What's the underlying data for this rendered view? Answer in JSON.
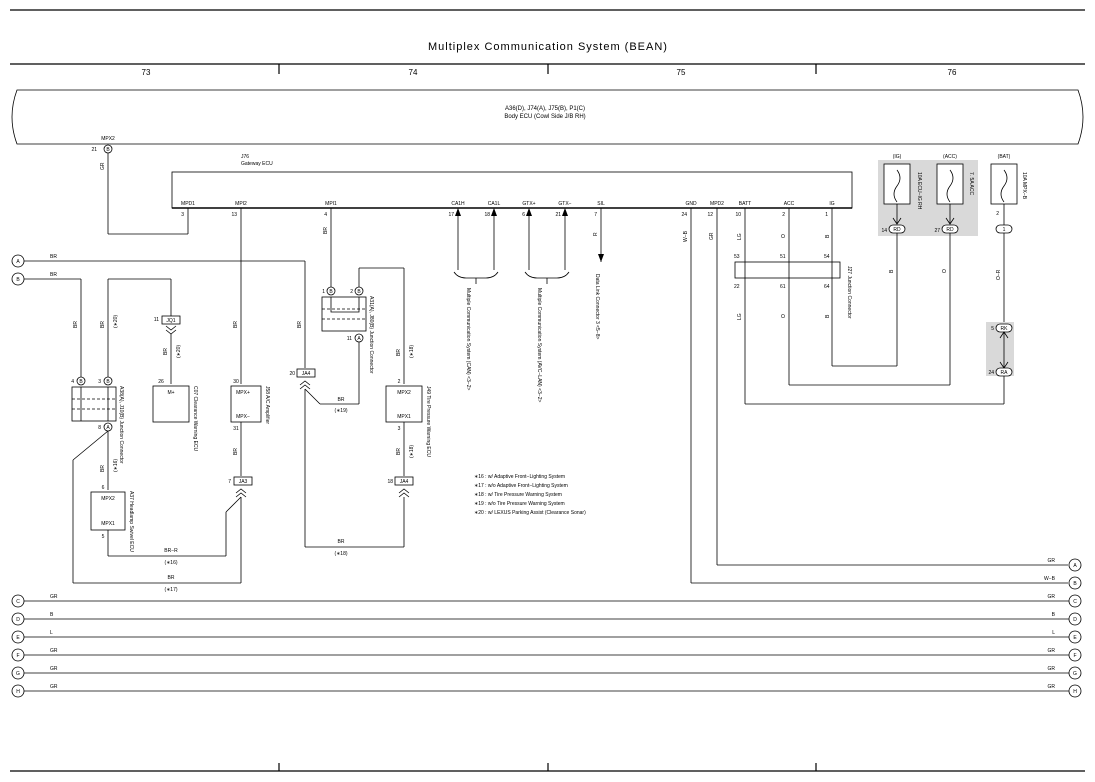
{
  "title": "Multiplex Communication System (BEAN)",
  "columns": [
    "73",
    "74",
    "75",
    "76"
  ],
  "body_ecu": {
    "line1": "A36(D), J74(A), J75(B), P1(C)",
    "line2": "Body ECU (Cowl Side J/B RH)",
    "pin": "21",
    "conn": "B",
    "pin_name": "MPX2",
    "wire": "GR"
  },
  "gateway": {
    "ref": "J76",
    "name": "Gateway ECU",
    "pins": [
      {
        "name": "MPD1",
        "num": "3"
      },
      {
        "name": "MPI2",
        "num": "13"
      },
      {
        "name": "MPI1",
        "num": "4"
      },
      {
        "name": "CA1H",
        "num": "17"
      },
      {
        "name": "CA1L",
        "num": "18"
      },
      {
        "name": "GTX+",
        "num": "6"
      },
      {
        "name": "GTX−",
        "num": "21"
      },
      {
        "name": "SIL",
        "num": "7"
      },
      {
        "name": "GND",
        "num": "24"
      },
      {
        "name": "MPD2",
        "num": "12"
      },
      {
        "name": "BATT",
        "num": "10"
      },
      {
        "name": "ACC",
        "num": "2"
      },
      {
        "name": "IG",
        "num": "1"
      }
    ]
  },
  "fuses": [
    {
      "top": "(IG)",
      "label": "10A ECU−IG RH",
      "pin": "14",
      "conn": "RD"
    },
    {
      "top": "(ACC)",
      "label": "7. 5A ACC",
      "pin": "27",
      "conn": "RD"
    },
    {
      "top": "(BAT)",
      "label": "10A MPX−B",
      "pin": "1",
      "conn": "",
      "pin_top": "2"
    }
  ],
  "components": {
    "a38": {
      "label": "A38(A), J10(B) Junction Connector",
      "p1": "4",
      "c1": "B",
      "p2": "3",
      "c2": "B",
      "p3": "8",
      "c3": "A"
    },
    "a31": {
      "label": "A31(A), J80(B) Junction Connector",
      "p1": "1",
      "c1": "B",
      "p2": "2",
      "c2": "B",
      "p3": "11",
      "c3": "A"
    },
    "jq1": {
      "pin": "11",
      "name": "JQ1"
    },
    "c07": {
      "pin": "26",
      "port": "M+",
      "label": "C07 Clearance Warning ECU"
    },
    "j58": {
      "pin_top": "30",
      "port_top": "MPX+",
      "port_bot": "MPX−",
      "pin_bot": "31",
      "label": "J58 A/C Amplifier"
    },
    "j49": {
      "pin_top": "2",
      "port_top": "MPX2",
      "port_bot": "MPX1",
      "pin_bot": "3",
      "label": "J49 Tire Pressure Warning ECU"
    },
    "a37": {
      "pin_top": "6",
      "port_top": "MPX2",
      "port_bot": "MPX1",
      "pin_bot": "5",
      "label": "A37 Headlamp Swivel ECU"
    },
    "ja3": {
      "pin": "7",
      "name": "JA3"
    },
    "ja4a": {
      "pin": "20",
      "name": "JA4"
    },
    "ja4b": {
      "pin": "18",
      "name": "JA4"
    },
    "j27": {
      "label": "J27 Junction Connector",
      "pins": [
        "53",
        "51",
        "54",
        "22",
        "61",
        "64"
      ]
    },
    "rk": {
      "pin": "5",
      "name": "RK"
    },
    "ra": {
      "pin": "24",
      "name": "RA"
    }
  },
  "refs": {
    "can": "Multiple Communication System (CAN) <3−2>",
    "avc": "Multiple Communication System (AVC−LAN) <3−2>",
    "dlc": "Data Link Connector 3 <5−8>"
  },
  "wire_labels": {
    "br": "BR",
    "gr": "GR",
    "wb": "W−B",
    "lg": "LG",
    "o": "O",
    "b": "B",
    "r": "R",
    "l": "L",
    "or": "O−R",
    "brr": "BR−R"
  },
  "conditions": {
    "c16": "(∗16)",
    "c17": "(∗17)",
    "c18": "(∗18)",
    "c19": "(∗19)",
    "c20": "(∗20)"
  },
  "notes": [
    "∗16 : w/ Adaptive Front−Lighting System",
    "∗17 : w/o Adaptive Front−Lighting System",
    "∗18 : w/ Tire Pressure Warning System",
    "∗19 : w/o Tire Pressure Warning System",
    "∗20 : w/ LEXUS Parking Assist (Clearance Sonar)"
  ],
  "bottom_lines": [
    {
      "id": "C",
      "label": "GR"
    },
    {
      "id": "D",
      "label": "B"
    },
    {
      "id": "E",
      "label": "L"
    },
    {
      "id": "F",
      "label": "GR"
    },
    {
      "id": "G",
      "label": "GR"
    },
    {
      "id": "H",
      "label": "GR"
    }
  ],
  "right_lines": [
    {
      "id": "A",
      "label": "GR"
    },
    {
      "id": "B",
      "label": "W−B"
    }
  ],
  "left_lines": [
    {
      "id": "A",
      "label": "BR"
    },
    {
      "id": "B",
      "label": "BR"
    }
  ]
}
